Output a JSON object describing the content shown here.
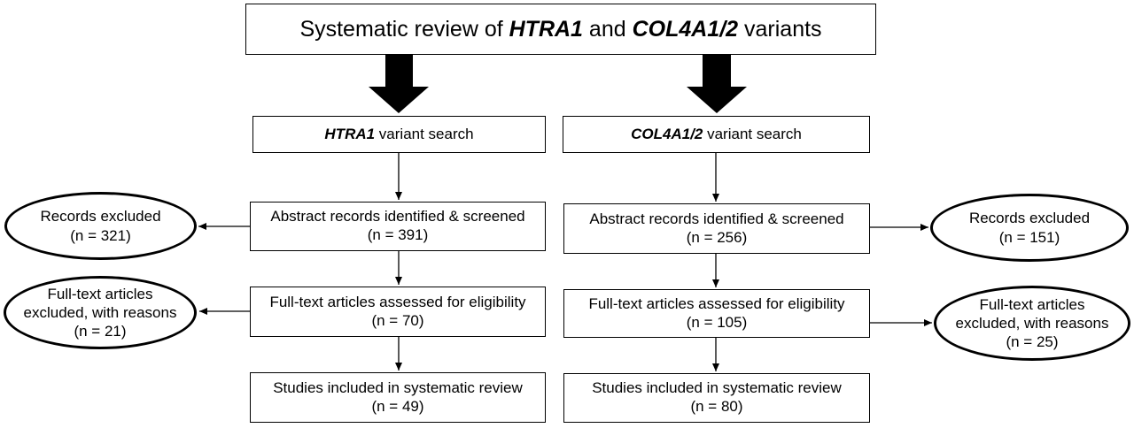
{
  "title": {
    "prefix": "Systematic review of ",
    "gene1": "HTRA1",
    "mid": " and ",
    "gene2": "COL4A1/2",
    "suffix": " variants"
  },
  "left": {
    "search": {
      "gene": "HTRA1",
      "rest": " variant search"
    },
    "screened": {
      "label": "Abstract records identified & screened",
      "n": "(n =  391)"
    },
    "assessed": {
      "label": "Full-text articles assessed for eligibility",
      "n": "(n =  70)"
    },
    "included": {
      "label": "Studies included in systematic review",
      "n": "(n = 49)"
    },
    "excluded_records": {
      "label": "Records excluded",
      "n": "(n =  321)"
    },
    "excluded_fulltext": {
      "line1": "Full-text articles",
      "line2": "excluded, with reasons",
      "n": "(n =  21)"
    }
  },
  "right": {
    "search": {
      "gene": "COL4A1/2",
      "rest": " variant search"
    },
    "screened": {
      "label": "Abstract records identified & screened",
      "n": "(n =  256)"
    },
    "assessed": {
      "label": "Full-text articles assessed for eligibility",
      "n": "(n =  105)"
    },
    "included": {
      "label": "Studies included in systematic review",
      "n": "(n = 80)"
    },
    "excluded_records": {
      "label": "Records excluded",
      "n": "(n =  151)"
    },
    "excluded_fulltext": {
      "line1": "Full-text articles",
      "line2": "excluded, with reasons",
      "n": "(n =  25)"
    }
  }
}
